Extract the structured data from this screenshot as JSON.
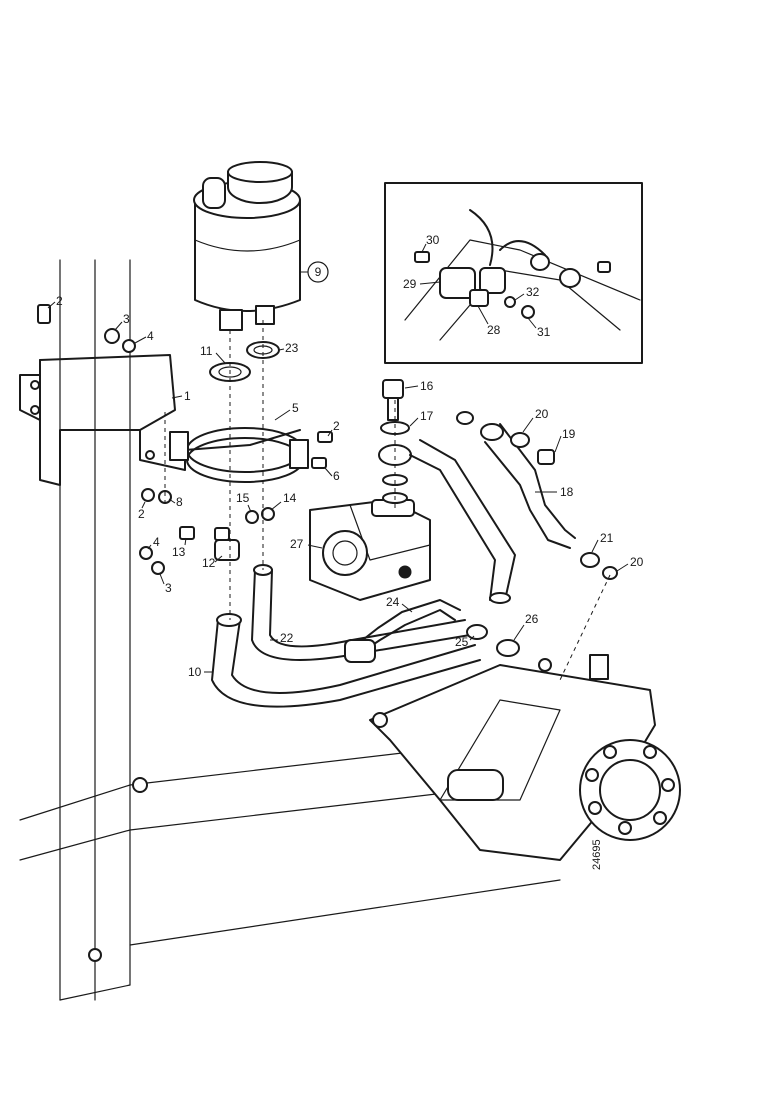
{
  "drawing_code": "24695",
  "callouts": [
    {
      "id": "c9",
      "text": "9"
    },
    {
      "id": "c2a",
      "text": "2"
    },
    {
      "id": "c3a",
      "text": "3"
    },
    {
      "id": "c4a",
      "text": "4"
    },
    {
      "id": "c1",
      "text": "1"
    },
    {
      "id": "c11",
      "text": "11"
    },
    {
      "id": "c23",
      "text": "23"
    },
    {
      "id": "c5",
      "text": "5"
    },
    {
      "id": "c2b",
      "text": "2"
    },
    {
      "id": "c6",
      "text": "6"
    },
    {
      "id": "c8",
      "text": "8"
    },
    {
      "id": "c2c",
      "text": "2"
    },
    {
      "id": "c15",
      "text": "15"
    },
    {
      "id": "c14",
      "text": "14"
    },
    {
      "id": "c13",
      "text": "13"
    },
    {
      "id": "c12",
      "text": "12"
    },
    {
      "id": "c4b",
      "text": "4"
    },
    {
      "id": "c3b",
      "text": "3"
    },
    {
      "id": "c16",
      "text": "16"
    },
    {
      "id": "c17",
      "text": "17"
    },
    {
      "id": "c20a",
      "text": "20"
    },
    {
      "id": "c19",
      "text": "19"
    },
    {
      "id": "c18",
      "text": "18"
    },
    {
      "id": "c21",
      "text": "21"
    },
    {
      "id": "c20b",
      "text": "20"
    },
    {
      "id": "c27",
      "text": "27"
    },
    {
      "id": "c24",
      "text": "24"
    },
    {
      "id": "c25",
      "text": "25"
    },
    {
      "id": "c26",
      "text": "26"
    },
    {
      "id": "c22",
      "text": "22"
    },
    {
      "id": "c10",
      "text": "10"
    },
    {
      "id": "c30",
      "text": "30"
    },
    {
      "id": "c29",
      "text": "29"
    },
    {
      "id": "c32",
      "text": "32"
    },
    {
      "id": "c28",
      "text": "28"
    },
    {
      "id": "c31",
      "text": "31"
    }
  ]
}
